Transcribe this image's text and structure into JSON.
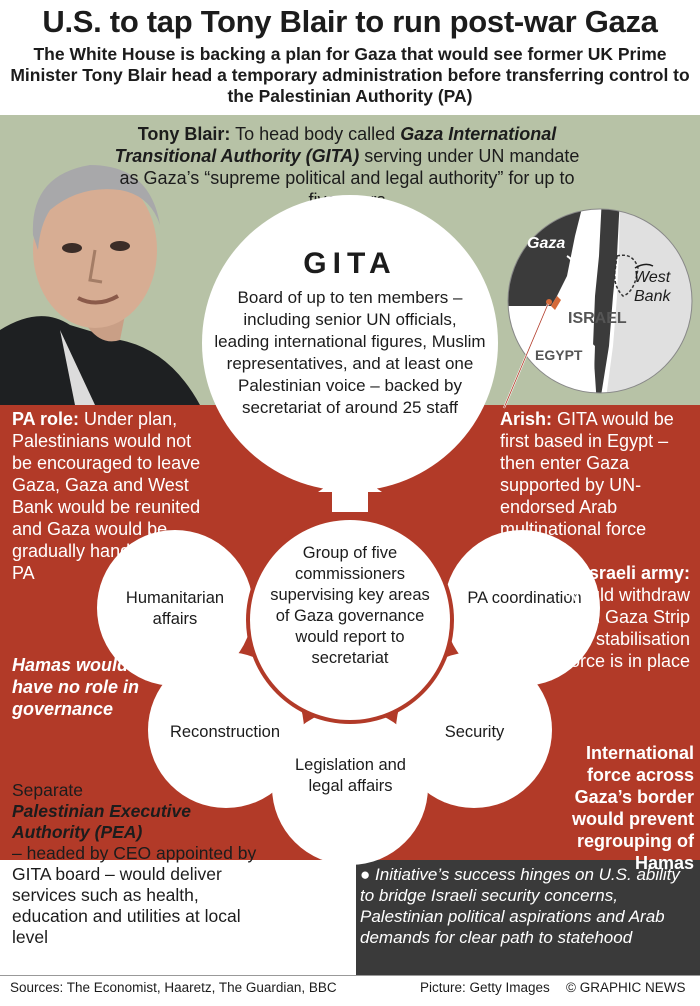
{
  "headline": "U.S. to tap Tony Blair to run post-war Gaza",
  "subheadline": "The White House is backing a plan for Gaza that would see former UK Prime Minister Tony Blair head a temporary administration before transferring control to the Palestinian Authority (PA)",
  "blair": {
    "label": "Tony Blair:",
    "text_before": "To head body called",
    "body_name": "Gaza International Transitional Authority (GITA)",
    "text_after": "serving under UN mandate as Gaza’s “supreme political and legal authority” for up to five years"
  },
  "gita": {
    "title": "GITA",
    "description": "Board of up to ten members – including senior UN officials, leading international figures, Muslim representatives, and at least one Palestinian voice – backed by secretariat of around 25 staff"
  },
  "commissioners": {
    "center": "Group of five commissioners supervising key areas of Gaza governance would report to secretariat",
    "areas": {
      "humanitarian": "Humanitarian affairs",
      "pa_coordination": "PA coordination",
      "reconstruction": "Reconstruction",
      "security": "Security",
      "legislation": "Legislation and legal affairs"
    }
  },
  "pa_role": {
    "label": "PA role:",
    "text": "Under plan, Palestinians would not be encouraged to leave Gaza, Gaza and West Bank would be reunited and Gaza would be gradually handed over to PA"
  },
  "hamas_note": "Hamas would have no role in governance",
  "arish": {
    "label": "Arish:",
    "text": "GITA would be first based in Egypt – then enter Gaza supported by UN-endorsed Arab multinational force"
  },
  "israeli_army": {
    "label": "Israeli army:",
    "text": "Would withdraw from Gaza Strip once stabilisation force is in place"
  },
  "international_force": "International force across Gaza’s border would prevent regrouping of Hamas",
  "pea": {
    "intro": "Separate",
    "name": "Palestinian Executive Authority (PEA)",
    "text": "– headed by CEO appointed by GITA board – would deliver services such as health, education and utilities at local level"
  },
  "initiative": "Initiative’s success hinges on U.S. ability to bridge Israeli security concerns, Palestinian political aspirations and Arab demands for clear path to statehood",
  "map": {
    "gaza": "Gaza",
    "west_bank": "West Bank",
    "israel": "ISRAEL",
    "egypt": "EGYPT"
  },
  "footer": {
    "sources": "Sources: The Economist, Haaretz, The Guardian, BBC",
    "picture": "Picture: Getty Images",
    "credit": "© GRAPHIC NEWS"
  },
  "colors": {
    "green_band": "#b7c2a6",
    "red_band": "#b23a28",
    "dark_band": "#3a3a3a"
  }
}
